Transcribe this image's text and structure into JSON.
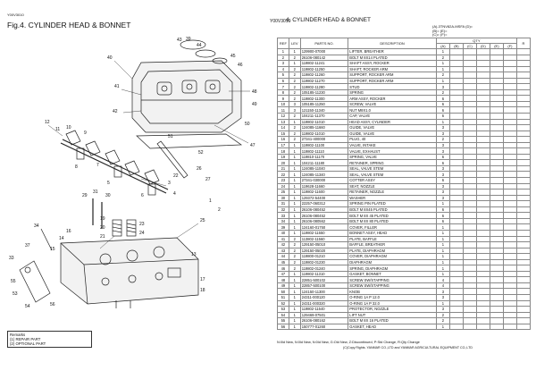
{
  "page": {
    "left_code": "Y00V3010",
    "fig_title": "Fig.4.  CYLINDER HEAD & BONNET",
    "right_code": "Y00V3010",
    "table_title": "4.  CYLINDER HEAD & BONNET",
    "legend_top": [
      "(A)-3TNV82A-MSFA  (D)=",
      "(B)=  (E)=",
      "(C)=  (F)="
    ]
  },
  "table": {
    "headers": [
      "REF",
      "LEV",
      "PARTS NO.",
      "DESCRIPTION",
      "QTY",
      "(A)",
      "(B)",
      "(C)",
      "(D)",
      "(E)",
      "(F)",
      "R"
    ],
    "rows": [
      [
        "1",
        "1",
        "129900-07000",
        "LIFTER, BREATHER",
        "1"
      ],
      [
        "2",
        "2",
        "26106-080142",
        "BOLT M 8X14 PLATED",
        "2"
      ],
      [
        "3",
        "1",
        "119802-11241",
        "SHAFT ASSY, ROCKER",
        "1"
      ],
      [
        "4",
        "2",
        "119802-11250",
        "SHAFT, ROCKER ARM",
        "1"
      ],
      [
        "5",
        "2",
        "119802-11260",
        "SUPPORT, ROCKER ARM",
        "2"
      ],
      [
        "6",
        "2",
        "119802-11270",
        "SUPPORT, ROCKER ARM",
        "1"
      ],
      [
        "7",
        "2",
        "119802-11280",
        "STUD",
        "3"
      ],
      [
        "8",
        "2",
        "105185-11230",
        "SPRING",
        "2"
      ],
      [
        "9",
        "2",
        "119802-11300",
        "ARM ASSY, ROCKER",
        "6"
      ],
      [
        "10",
        "3",
        "105185-11250",
        "SCREW, VALVE",
        "6"
      ],
      [
        "11",
        "3",
        "121150-11340",
        "NUT M8X1.0",
        "6"
      ],
      [
        "12",
        "2",
        "104211-11370",
        "CAP, VALVE",
        "6"
      ],
      [
        "13",
        "1",
        "119802-11010",
        "HEAD ASSY, CYLINDER",
        "1"
      ],
      [
        "14",
        "2",
        "124085-11660",
        "GUIDE, VALVE",
        "3"
      ],
      [
        "15",
        "2",
        "119802-11010",
        "GUIDE, VALVE",
        "3"
      ],
      [
        "16",
        "2",
        "27341-400000",
        "PLUG, 40",
        "2"
      ],
      [
        "17",
        "1",
        "119802-11100",
        "VALVE, INTAKE",
        "3"
      ],
      [
        "18",
        "1",
        "119802-11110",
        "VALVE, EXHAUST",
        "3"
      ],
      [
        "19",
        "1",
        "119810-11170",
        "SPRING, VALVE",
        "6"
      ],
      [
        "20",
        "1",
        "104211-11180",
        "RETAINER, SPRING",
        "6"
      ],
      [
        "21",
        "1",
        "124085-11040",
        "SEAL, VALVE STEM",
        "3"
      ],
      [
        "22",
        "1",
        "124085-11340",
        "SEAL, VALVE STEM",
        "3"
      ],
      [
        "23",
        "1",
        "27341-030000",
        "COTTER ASSY",
        "6"
      ],
      [
        "24",
        "1",
        "119628-11660",
        "SEAT, NOZZLE",
        "3"
      ],
      [
        "25",
        "1",
        "119802-11600",
        "RETAINER, NOZZLE",
        "3"
      ],
      [
        "30",
        "1",
        "129372-54400",
        "WASHER",
        "3"
      ],
      [
        "31",
        "1",
        "22257-060312",
        "SPRING PIN PLATED",
        "1"
      ],
      [
        "32",
        "1",
        "26106-080452",
        "BOLT M 8X45 PLATED",
        "6"
      ],
      [
        "33",
        "1",
        "26106-080452",
        "BOLT M 8X 45 PLATED",
        "6"
      ],
      [
        "34",
        "1",
        "26106-080562",
        "BOLT M 8X 80 PLATED",
        "6"
      ],
      [
        "39",
        "1",
        "124160-01750",
        "COVER, FILLER",
        "1"
      ],
      [
        "40",
        "1",
        "119802-11550",
        "BONNET ASSY, HEAD",
        "1"
      ],
      [
        "41",
        "2",
        "113802-11560",
        "PLATE, BAFFLE",
        "1"
      ],
      [
        "42",
        "2",
        "129150-05010",
        "BAFFLE, BREATHER",
        "1"
      ],
      [
        "43",
        "2",
        "129150-05020",
        "PLATE, DIAPHRAGM",
        "1"
      ],
      [
        "44",
        "2",
        "119800-01210",
        "COVER, DIAPHRAGM",
        "1"
      ],
      [
        "45",
        "2",
        "119802-01230",
        "DIAPHRAGM",
        "1"
      ],
      [
        "46",
        "2",
        "119802-01240",
        "SPRING, DIAPHRAGM",
        "1"
      ],
      [
        "47",
        "1",
        "119802-11310",
        "GASKET, BONNET",
        "1"
      ],
      [
        "48",
        "1",
        "22851-500102",
        "SCREW SW/STAPPING",
        "4"
      ],
      [
        "49",
        "1",
        "22857-500100",
        "SCREW SW/STAPPING",
        "4"
      ],
      [
        "50",
        "1",
        "124150-11300",
        "KNOB",
        "3"
      ],
      [
        "51",
        "1",
        "24311-000120",
        "O-RING 1A P 12.0",
        "3"
      ],
      [
        "52",
        "1",
        "24311-000320",
        "O-RING 1A P 32.0",
        "1"
      ],
      [
        "53",
        "1",
        "119802-11540",
        "PROTECTOR, NOZZLE",
        "3"
      ],
      [
        "54",
        "1",
        "129469-07501",
        "LIFT NUT",
        "2"
      ],
      [
        "55",
        "1",
        "26106-080162",
        "BOLT M 8X 16 PLATED",
        "2"
      ],
      [
        "56",
        "1",
        "150777-01260",
        "GASKET, HEAD",
        "1"
      ]
    ]
  },
  "remarks": {
    "title": "Remarks",
    "line1": "(1) REPAIR PART",
    "line2": "(2) OPTIONAL PART"
  },
  "footer": {
    "line1": "N:0ld New, N:0ld New, N:0ld New, G:Old New, Z:Discontinued, P:Std Change, R:Qty Change",
    "line2": "(C)Copy Rights. YANMAR CO.,LTD and YANMAR AGRICULTURAL EQUIPMENT CO.,LTD"
  },
  "diagram": {
    "callouts": [
      "40",
      "41",
      "42",
      "43",
      "44",
      "45",
      "46",
      "39",
      "47",
      "48",
      "49",
      "50",
      "51",
      "52",
      "12",
      "11",
      "10",
      "9",
      "8",
      "7",
      "3",
      "4",
      "5",
      "6",
      "19",
      "20",
      "21",
      "23",
      "24",
      "25",
      "13",
      "14",
      "15",
      "16",
      "17",
      "18",
      "29",
      "30",
      "31",
      "33",
      "34",
      "37",
      "53",
      "54",
      "55",
      "56",
      "1",
      "2",
      "22",
      "26",
      "27"
    ]
  }
}
